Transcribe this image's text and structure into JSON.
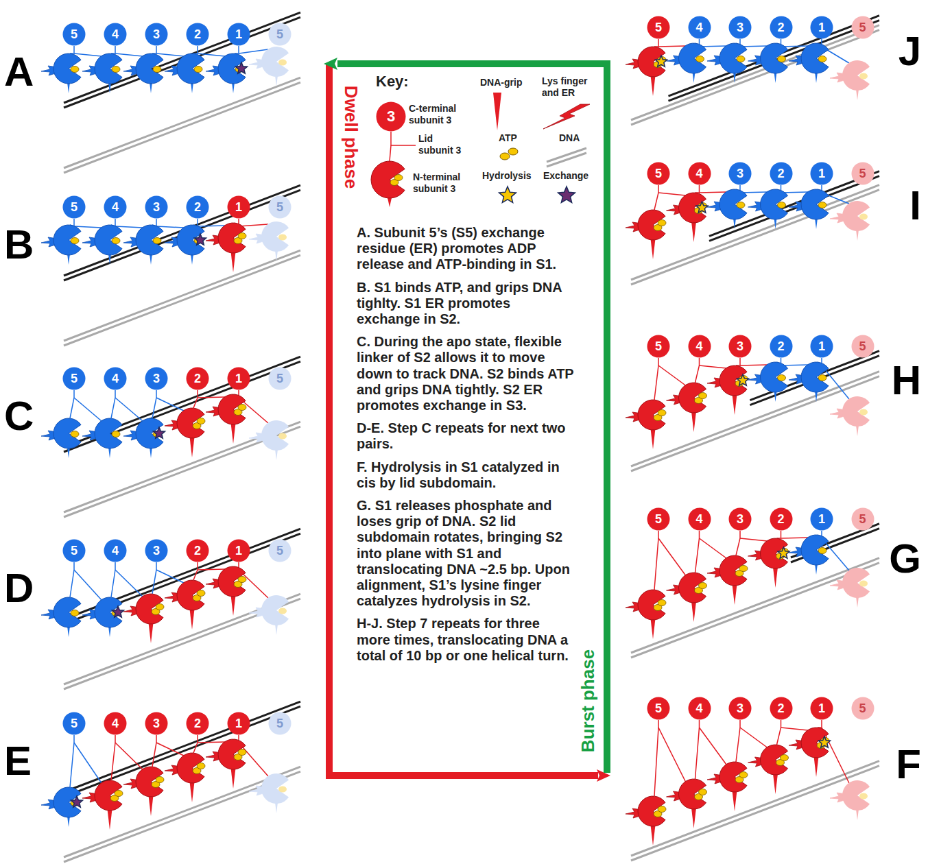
{
  "diagram": {
    "nodes": [
      {
        "text": [
          "A. Subunit 5’s (S5) exchange residue (ER) promotes ADP release and ATP-binding in S1.",
          "B. S1 binds ATP, and grips DNA tighlty. S1 ER promotes exchange in S2.",
          "C. During the apo state, flexible linker of S2 allows it to move down to track DNA. S2 binds ATP and grips DNA tightly. S2 ER promotes exchange in S3.",
          "D-E. Step C repeats for next two pairs.",
          "F. Hydrolysis in S1 catalyzed in cis by lid subdomain.",
          "G. S1 releases phosphate and loses grip of DNA. S2 lid subdomain rotates, bringing S2 into plane with S1 and translocating DNA ~2.5 bp. Upon alignment, S1’s lysine finger catalyzes hydrolysis in S2.",
          "H-J. Step 7 repeats for three more times, translocating DNA a total of 10 bp or one helical turn."
        ]
      },
      {
        "text": [
          "3"
        ],
        "in": 0
      },
      {
        "text": [
          "5"
        ]
      },
      {
        "text": [
          "4"
        ]
      },
      {
        "text": [
          "3"
        ]
      },
      {
        "text": [
          "2"
        ]
      },
      {
        "text": [
          "1"
        ]
      },
      {
        "text": [
          "5"
        ]
      },
      {
        "text": [
          "5"
        ]
      },
      {
        "text": [
          "4"
        ]
      },
      {
        "text": [
          "3"
        ]
      },
      {
        "text": [
          "2"
        ]
      },
      {
        "text": [
          "1"
        ]
      },
      {
        "text": [
          "5"
        ]
      },
      {
        "text": [
          "5"
        ]
      },
      {
        "text": [
          "4"
        ]
      },
      {
        "text": [
          "3"
        ]
      },
      {
        "text": [
          "2"
        ]
      },
      {
        "text": [
          "1"
        ]
      },
      {
        "text": [
          "5"
        ]
      },
      {
        "text": [
          "5"
        ]
      },
      {
        "text": [
          "4"
        ]
      },
      {
        "text": [
          "3"
        ]
      },
      {
        "text": [
          "2"
        ]
      },
      {
        "text": [
          "1"
        ]
      },
      {
        "text": [
          "5"
        ]
      },
      {
        "text": [
          "5"
        ]
      },
      {
        "text": [
          "4"
        ]
      },
      {
        "text": [
          "3"
        ]
      },
      {
        "text": [
          "2"
        ]
      },
      {
        "text": [
          "1"
        ]
      },
      {
        "text": [
          "5"
        ]
      },
      {
        "text": [
          "5"
        ]
      },
      {
        "text": [
          "4"
        ]
      },
      {
        "text": [
          "3"
        ]
      },
      {
        "text": [
          "2"
        ]
      },
      {
        "text": [
          "1"
        ]
      },
      {
        "text": [
          "5"
        ]
      },
      {
        "text": [
          "5"
        ]
      },
      {
        "text": [
          "4"
        ]
      },
      {
        "text": [
          "3"
        ]
      },
      {
        "text": [
          "2"
        ]
      },
      {
        "text": [
          "1"
        ]
      },
      {
        "text": [
          "5"
        ]
      },
      {
        "text": [
          "5"
        ]
      },
      {
        "text": [
          "4"
        ]
      },
      {
        "text": [
          "3"
        ]
      },
      {
        "text": [
          "2"
        ]
      },
      {
        "text": [
          "1"
        ]
      },
      {
        "text": [
          "5"
        ]
      },
      {
        "text": [
          "5"
        ]
      },
      {
        "text": [
          "4"
        ]
      },
      {
        "text": [
          "3"
        ]
      },
      {
        "text": [
          "2"
        ]
      },
      {
        "text": [
          "1"
        ]
      },
      {
        "text": [
          "5"
        ]
      },
      {
        "text": [
          "5"
        ]
      },
      {
        "text": [
          "4"
        ]
      },
      {
        "text": [
          "3"
        ]
      },
      {
        "text": [
          "2"
        ]
      },
      {
        "text": [
          "1"
        ]
      },
      {
        "text": [
          "5"
        ]
      }
    ],
    "labels": [
      "A",
      "B",
      "C",
      "D",
      "E",
      "J",
      "I",
      "H",
      "G",
      "F",
      "Dwell phase",
      "Burst phase",
      "Key:"
    ],
    "legend": [
      {
        "text": "C-terminal subunit 3"
      },
      {
        "text": "Lid subunit 3"
      },
      {
        "text": "N-terminal subunit 3"
      },
      {
        "text": "DNA-grip"
      },
      {
        "text": "Lys finger and ER"
      },
      {
        "text": "ATP"
      },
      {
        "text": "DNA"
      },
      {
        "text": "Hydrolysis"
      },
      {
        "text": "Exchange"
      }
    ]
  }
}
